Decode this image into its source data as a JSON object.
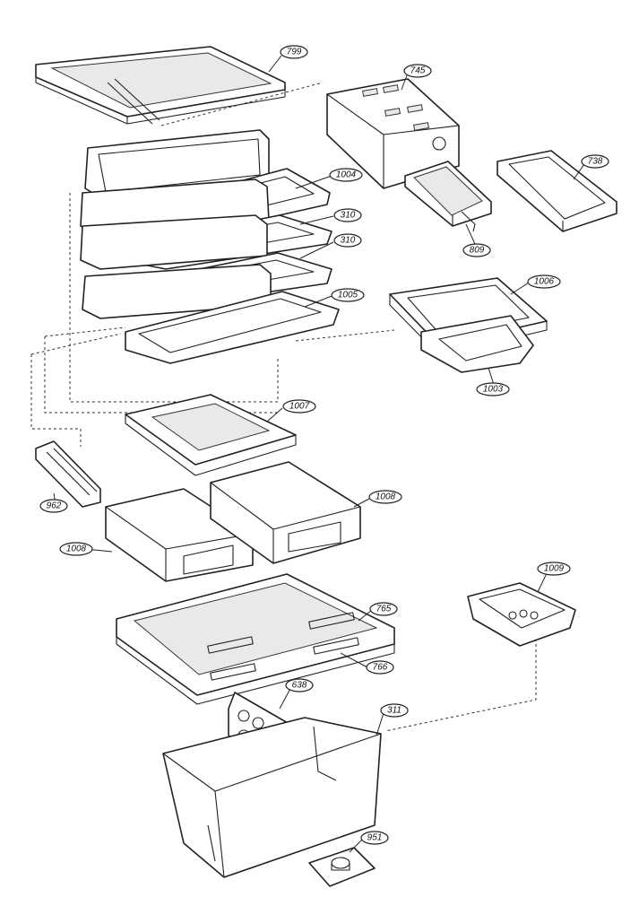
{
  "callouts": {
    "c799": "799",
    "c745": "745",
    "c738": "738",
    "c1004": "1004",
    "c310a": "310",
    "c310b": "310",
    "c809": "809",
    "c1005": "1005",
    "c1006": "1006",
    "c1003": "1003",
    "c1007": "1007",
    "c962": "962",
    "c1008a": "1008",
    "c1008b": "1008",
    "c1009": "1009",
    "c765": "765",
    "c766": "766",
    "c638": "638",
    "c311": "311",
    "c951": "951"
  },
  "colors": {
    "line": "#222222",
    "background": "#ffffff",
    "hatch": "#e9e9e9"
  }
}
